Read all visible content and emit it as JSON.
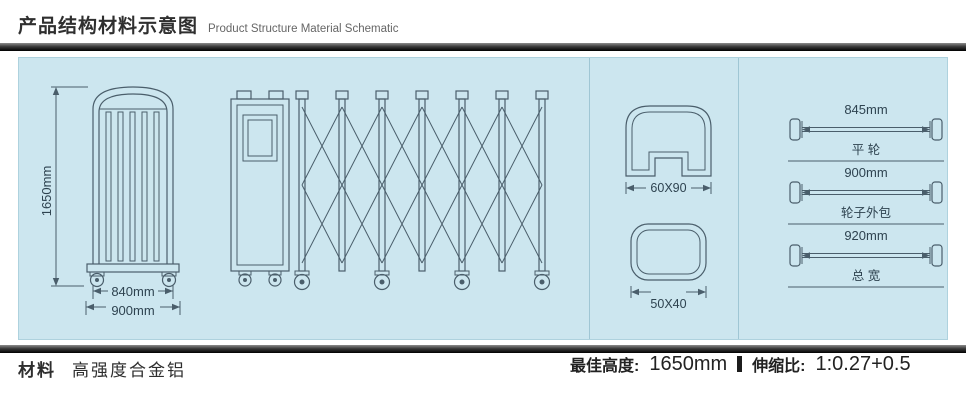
{
  "header": {
    "title_cn": "产品结构材料示意图",
    "title_en": "Product Structure Material Schematic"
  },
  "colors": {
    "panel_bg": "#cce6ef",
    "line": "#4a5e6b"
  },
  "diagram": {
    "side_view": {
      "height": "1650mm",
      "width_inner": "840mm",
      "width_outer": "900mm"
    },
    "profiles": [
      {
        "label": "60X90"
      },
      {
        "label": "50X40"
      }
    ],
    "wheel_dims": [
      {
        "value": "845mm",
        "label": "平 轮"
      },
      {
        "value": "900mm",
        "label": "轮子外包"
      },
      {
        "value": "920mm",
        "label": "总 宽"
      }
    ]
  },
  "footer": {
    "material_label": "材料",
    "material_value": "高强度合金铝",
    "best_height_label": "最佳高度:",
    "best_height_value": "1650mm",
    "ratio_label": "伸缩比:",
    "ratio_value": "1:0.27+0.5"
  }
}
